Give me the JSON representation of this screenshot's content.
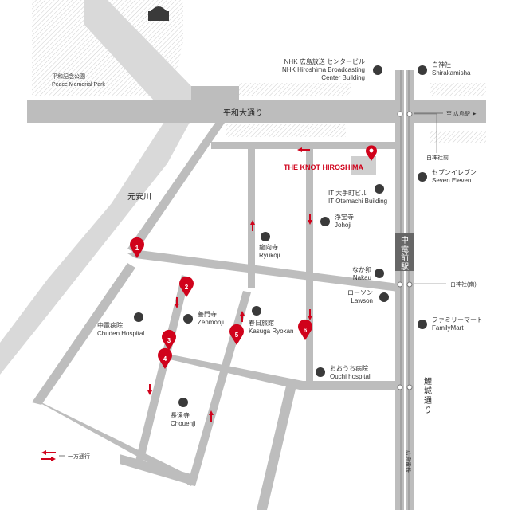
{
  "map": {
    "park": {
      "name_ja": "平和記念公園",
      "name_en": "Peace Memorial Park"
    },
    "roads": {
      "heiwa_odori": "平和大通り",
      "rijo_dori": [
        "鯉",
        "城",
        "通",
        "り"
      ],
      "motoyasu_river": "元安川",
      "to_hiroshima_station": "至 広島駅",
      "hiroden_line": "広島電鉄"
    },
    "stations": {
      "chuden_mae": [
        "中",
        "電",
        "前",
        "駅"
      ],
      "shirakamisha_mae": "白神社前",
      "shirakamisha_minami": "白神社(南)"
    },
    "hotel": {
      "name": "THE KNOT HIROSHIMA",
      "color": "#d0021b"
    },
    "landmarks": [
      {
        "id": "nhk",
        "ja": "NHK 広島放送 センタービル",
        "en": [
          "NHK Hiroshima Broadcasting",
          "Center Building"
        ]
      },
      {
        "id": "shirakamisha",
        "ja": "白神社",
        "en": [
          "Shirakamisha"
        ]
      },
      {
        "id": "seven",
        "ja": "セブンイレブン",
        "en": [
          "Seven Eleven"
        ]
      },
      {
        "id": "it-otemachi",
        "ja": "IT 大手町ビル",
        "en": [
          "IT Otemachi Building"
        ]
      },
      {
        "id": "johoji",
        "ja": "浄宝寺",
        "en": [
          "Johoji"
        ]
      },
      {
        "id": "ryukoji",
        "ja": "龍向寺",
        "en": [
          "Ryukoji"
        ]
      },
      {
        "id": "nakau",
        "ja": "なか卯",
        "en": [
          "Nakau"
        ]
      },
      {
        "id": "lawson",
        "ja": "ローソン",
        "en": [
          "Lawson"
        ]
      },
      {
        "id": "familymart",
        "ja": "ファミリーマート",
        "en": [
          "FamilyMart"
        ]
      },
      {
        "id": "zenmonji",
        "ja": "善門寺",
        "en": [
          "Zenmonji"
        ]
      },
      {
        "id": "kasuga",
        "ja": "春日旅館",
        "en": [
          "Kasuga Ryokan"
        ]
      },
      {
        "id": "chuden-hospital",
        "ja": "中電病院",
        "en": [
          "Chuden Hospital"
        ]
      },
      {
        "id": "ouchi",
        "ja": "おおうち病院",
        "en": [
          "Ouchi hospital"
        ]
      },
      {
        "id": "chouenji",
        "ja": "長遠寺",
        "en": [
          "Chouenji"
        ]
      }
    ],
    "pins": [
      "1",
      "2",
      "3",
      "4",
      "5",
      "6"
    ],
    "legend": {
      "one_way": "一方通行",
      "arrow_color": "#d0021b"
    },
    "colors": {
      "road": "#bdbdbd",
      "water": "#dcdcdc",
      "poi": "#3a3a3a",
      "tram": "#e0e0e0"
    }
  }
}
